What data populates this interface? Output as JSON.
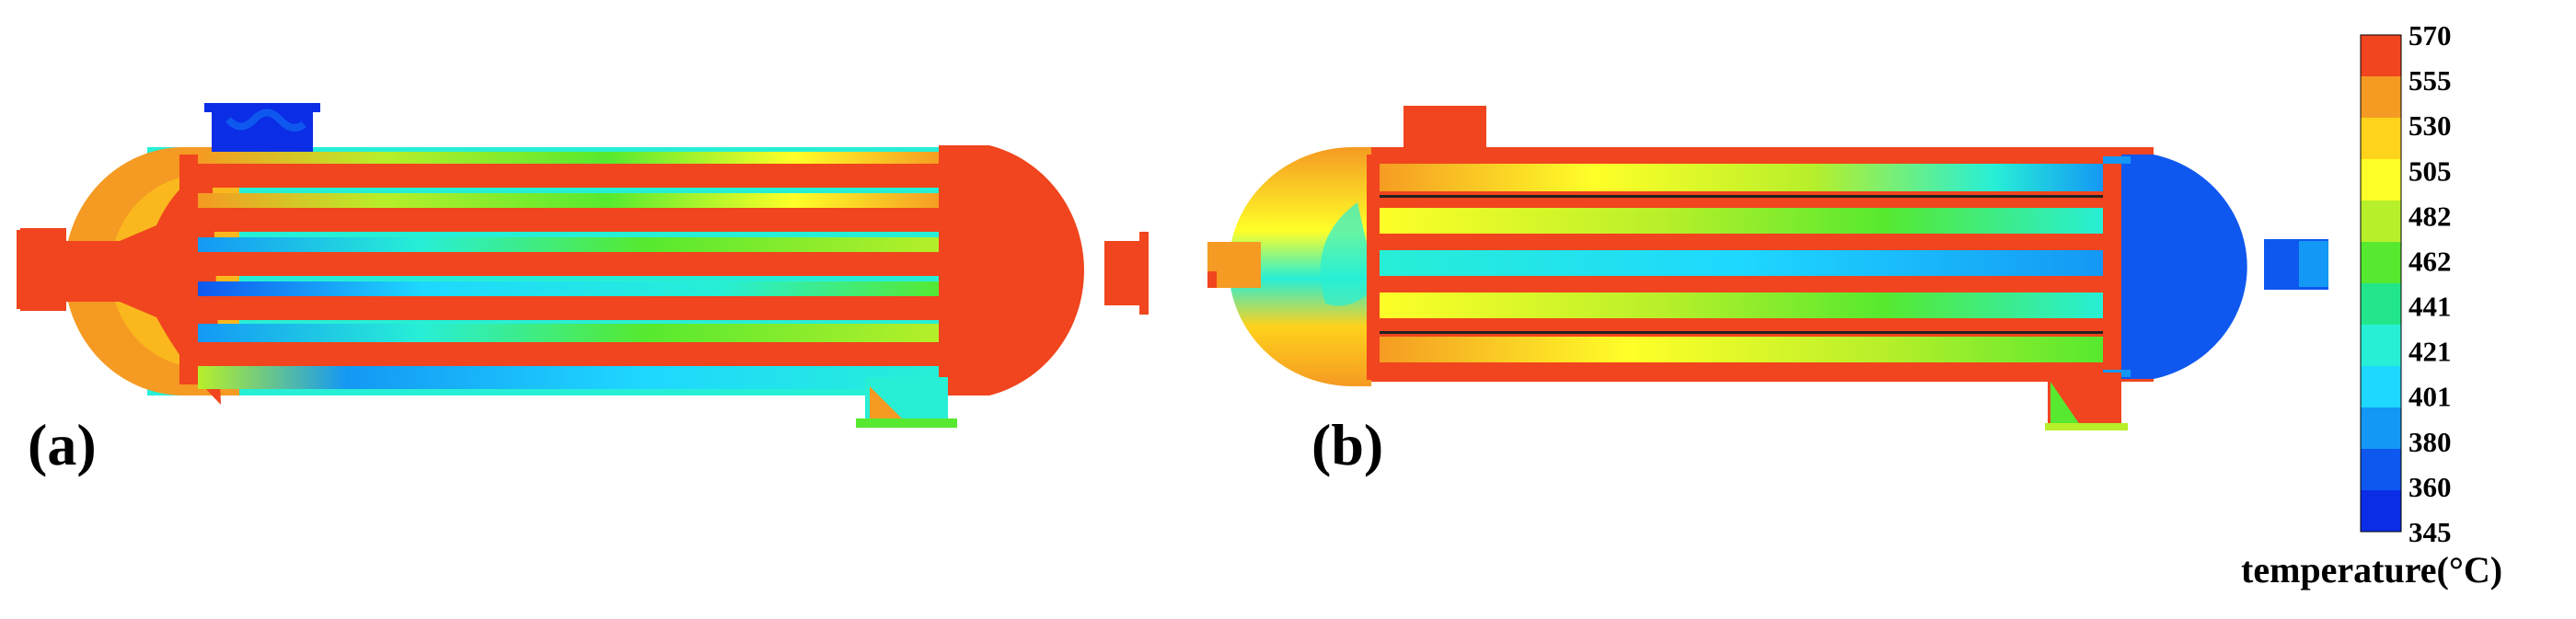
{
  "panels": [
    {
      "label": "(a)"
    },
    {
      "label": "(b)"
    }
  ],
  "colorbar": {
    "title": "temperature(°C)",
    "ticks": [
      "570",
      "555",
      "530",
      "505",
      "482",
      "462",
      "441",
      "421",
      "401",
      "380",
      "360",
      "345"
    ],
    "colors": [
      "#f0451e",
      "#f59a22",
      "#ffd21c",
      "#ffff28",
      "#b7ef2a",
      "#56e92f",
      "#23e68c",
      "#27efd6",
      "#1ed8ff",
      "#1498f5",
      "#0f58ef",
      "#0b2de6"
    ]
  },
  "palette": {
    "hot": "#f0451e",
    "orange": "#f59a22",
    "yellow": "#ffff28",
    "lime": "#b7ef2a",
    "green": "#56e92f",
    "cyan": "#27efd6",
    "light_blue": "#1ed8ff",
    "blue": "#0f58ef",
    "deep_blue": "#0b2de6"
  }
}
